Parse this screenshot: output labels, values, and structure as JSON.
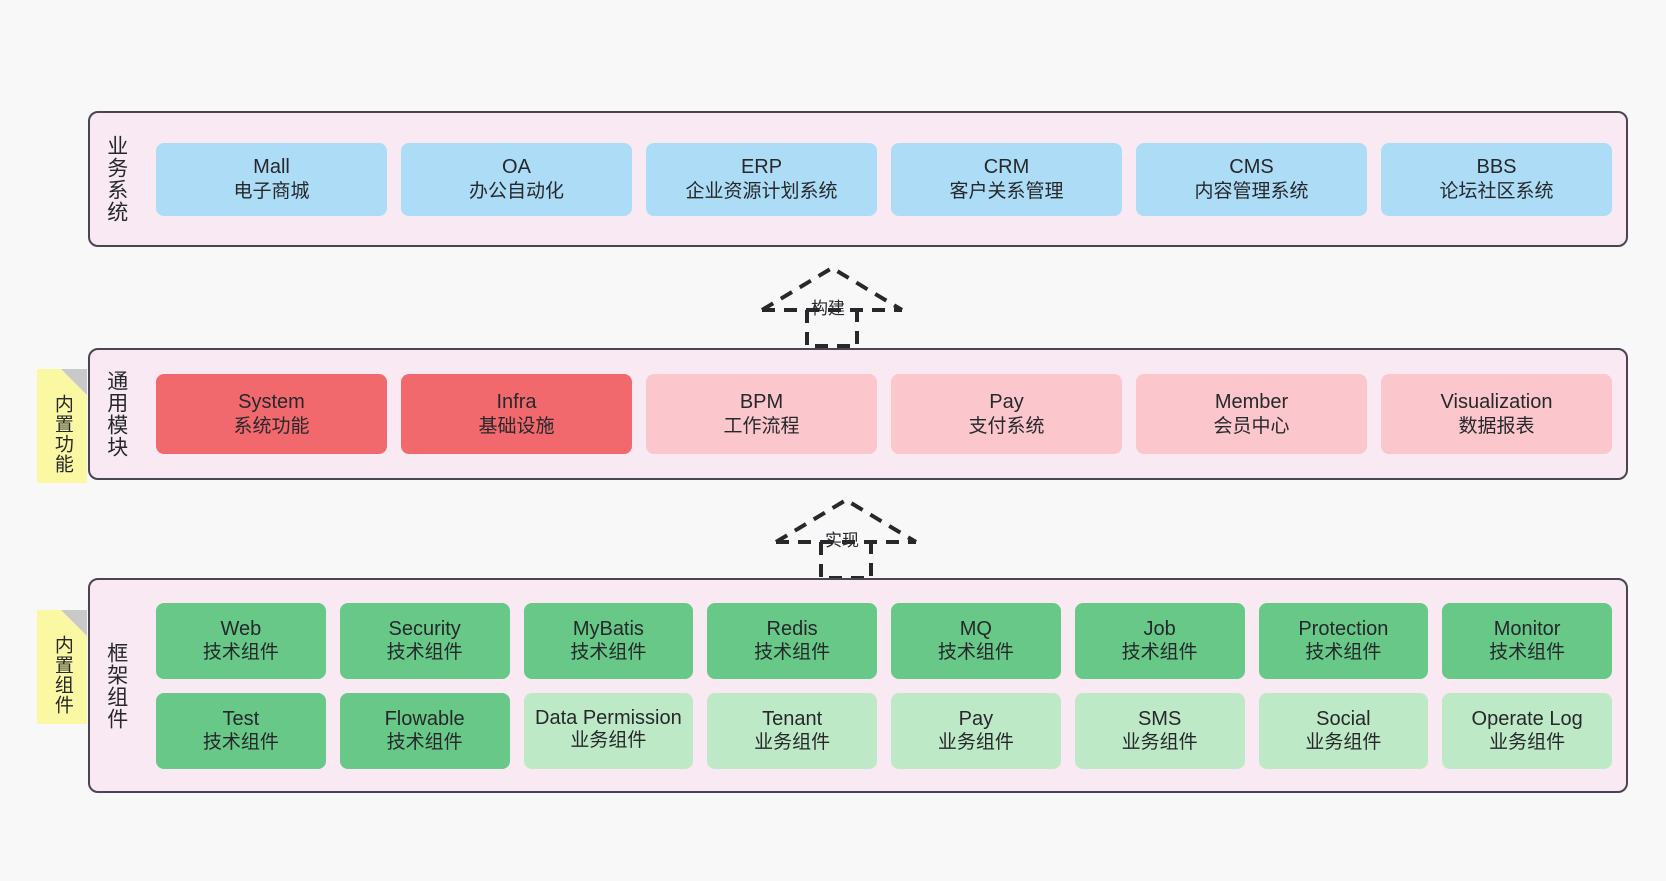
{
  "page": {
    "background": "#f8f8f8",
    "panel_bg": "#f8e9f3",
    "panel_border": "#4a4453"
  },
  "layers": [
    {
      "id": "business-systems",
      "label": "业务系统",
      "rows": [
        [
          {
            "name": "Mall",
            "sub": "电子商城",
            "color": "#addcf7",
            "tone": "blue"
          },
          {
            "name": "OA",
            "sub": "办公自动化",
            "color": "#addcf7",
            "tone": "blue"
          },
          {
            "name": "ERP",
            "sub": "企业资源计划系统",
            "color": "#addcf7",
            "tone": "blue"
          },
          {
            "name": "CRM",
            "sub": "客户关系管理",
            "color": "#addcf7",
            "tone": "blue"
          },
          {
            "name": "CMS",
            "sub": "内容管理系统",
            "color": "#addcf7",
            "tone": "blue"
          },
          {
            "name": "BBS",
            "sub": "论坛社区系统",
            "color": "#addcf7",
            "tone": "blue"
          }
        ]
      ]
    },
    {
      "id": "common-modules",
      "label": "通用模块",
      "sticky": "内置功能",
      "rows": [
        [
          {
            "name": "System",
            "sub": "系统功能",
            "color": "#f2696d",
            "tone": "red"
          },
          {
            "name": "Infra",
            "sub": "基础设施",
            "color": "#f2696d",
            "tone": "red"
          },
          {
            "name": "BPM",
            "sub": "工作流程",
            "color": "#fbc6cc",
            "tone": "pink"
          },
          {
            "name": "Pay",
            "sub": "支付系统",
            "color": "#fbc6cc",
            "tone": "pink"
          },
          {
            "name": "Member",
            "sub": "会员中心",
            "color": "#fbc6cc",
            "tone": "pink"
          },
          {
            "name": "Visualization",
            "sub": "数据报表",
            "color": "#fbc6cc",
            "tone": "pink"
          }
        ]
      ]
    },
    {
      "id": "framework-components",
      "label": "框架组件",
      "sticky": "内置组件",
      "rows": [
        [
          {
            "name": "Web",
            "sub": "技术组件",
            "color": "#67c887",
            "tone": "green"
          },
          {
            "name": "Security",
            "sub": "技术组件",
            "color": "#67c887",
            "tone": "green"
          },
          {
            "name": "MyBatis",
            "sub": "技术组件",
            "color": "#67c887",
            "tone": "green"
          },
          {
            "name": "Redis",
            "sub": "技术组件",
            "color": "#67c887",
            "tone": "green"
          },
          {
            "name": "MQ",
            "sub": "技术组件",
            "color": "#67c887",
            "tone": "green"
          },
          {
            "name": "Job",
            "sub": "技术组件",
            "color": "#67c887",
            "tone": "green"
          },
          {
            "name": "Protection",
            "sub": "技术组件",
            "color": "#67c887",
            "tone": "green"
          },
          {
            "name": "Monitor",
            "sub": "技术组件",
            "color": "#67c887",
            "tone": "green"
          }
        ],
        [
          {
            "name": "Test",
            "sub": "技术组件",
            "color": "#67c887",
            "tone": "green"
          },
          {
            "name": "Flowable",
            "sub": "技术组件",
            "color": "#67c887",
            "tone": "green"
          },
          {
            "name": "Data Permission",
            "sub": "业务组件",
            "color": "#bee9c7",
            "tone": "lightgreen"
          },
          {
            "name": "Tenant",
            "sub": "业务组件",
            "color": "#bee9c7",
            "tone": "lightgreen"
          },
          {
            "name": "Pay",
            "sub": "业务组件",
            "color": "#bee9c7",
            "tone": "lightgreen"
          },
          {
            "name": "SMS",
            "sub": "业务组件",
            "color": "#bee9c7",
            "tone": "lightgreen"
          },
          {
            "name": "Social",
            "sub": "业务组件",
            "color": "#bee9c7",
            "tone": "lightgreen"
          },
          {
            "name": "Operate Log",
            "sub": "业务组件",
            "color": "#bee9c7",
            "tone": "lightgreen"
          }
        ]
      ]
    }
  ],
  "connectors": [
    {
      "id": "build",
      "label": "构建"
    },
    {
      "id": "implement",
      "label": "实现"
    }
  ]
}
